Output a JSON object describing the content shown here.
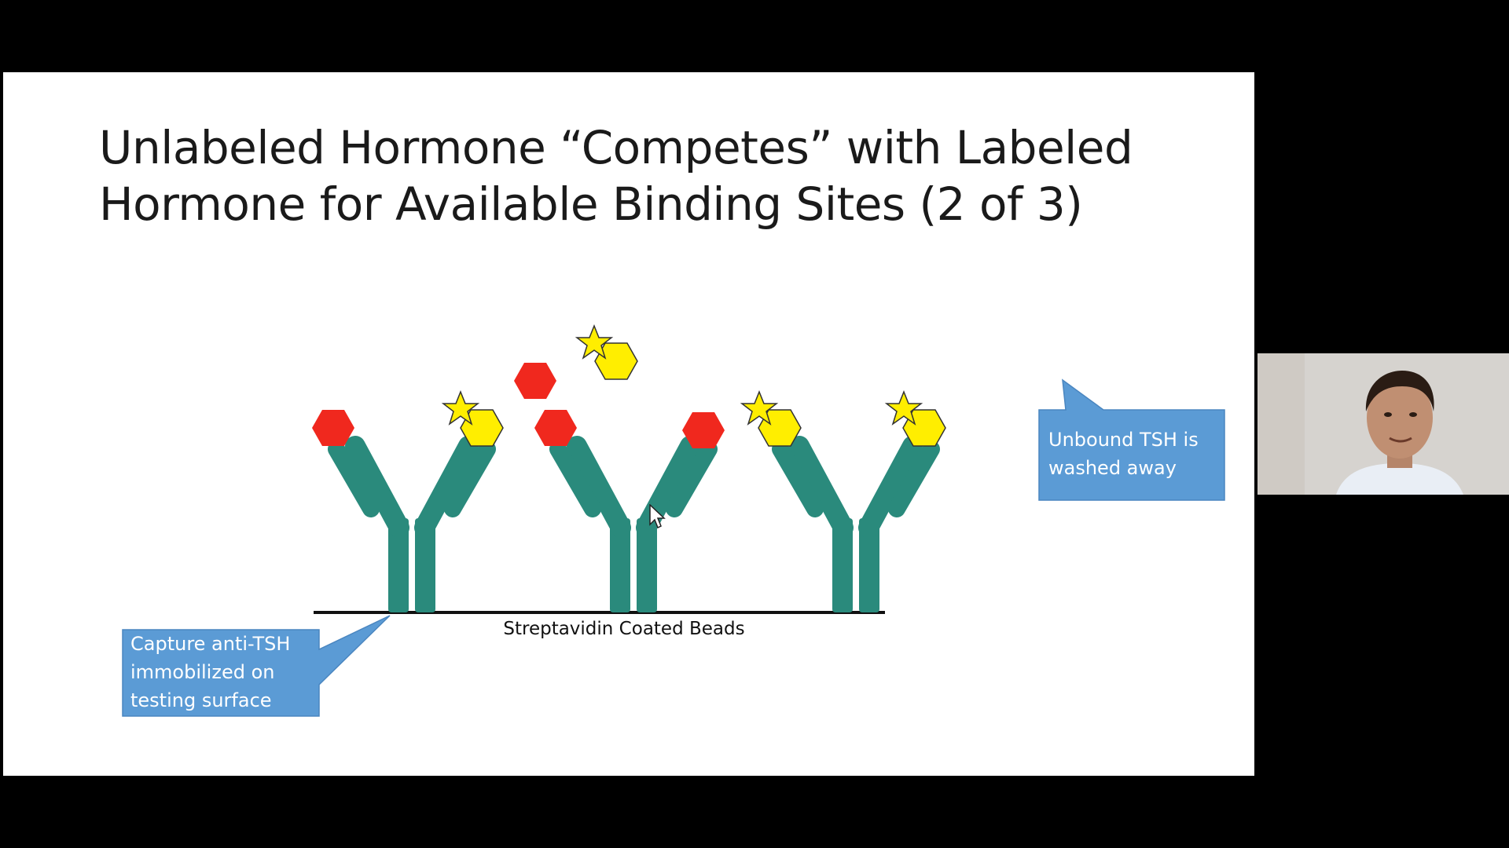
{
  "slide": {
    "title_line1": "Unlabeled Hormone “Competes” with Labeled",
    "title_line2": "Hormone for Available Binding Sites (2 of 3)"
  },
  "diagram": {
    "base_label": "Streptavidin Coated Beads",
    "callout_unbound_line1": "Unbound TSH is",
    "callout_unbound_line2": "washed away",
    "callout_capture_line1": "Capture anti-TSH",
    "callout_capture_line2": "immobilized on",
    "callout_capture_line3": "testing surface",
    "colors": {
      "antibody": "#2a8a7c",
      "unlabeled_hormone": "#f0281e",
      "labeled_hormone": "#ffee00",
      "callout": "#5b9bd5"
    },
    "icons": [
      "antibody-shape",
      "red-hexagon",
      "yellow-hexagon",
      "star-label",
      "mouse-cursor"
    ]
  },
  "webcam": {
    "label": "presenter-video"
  }
}
